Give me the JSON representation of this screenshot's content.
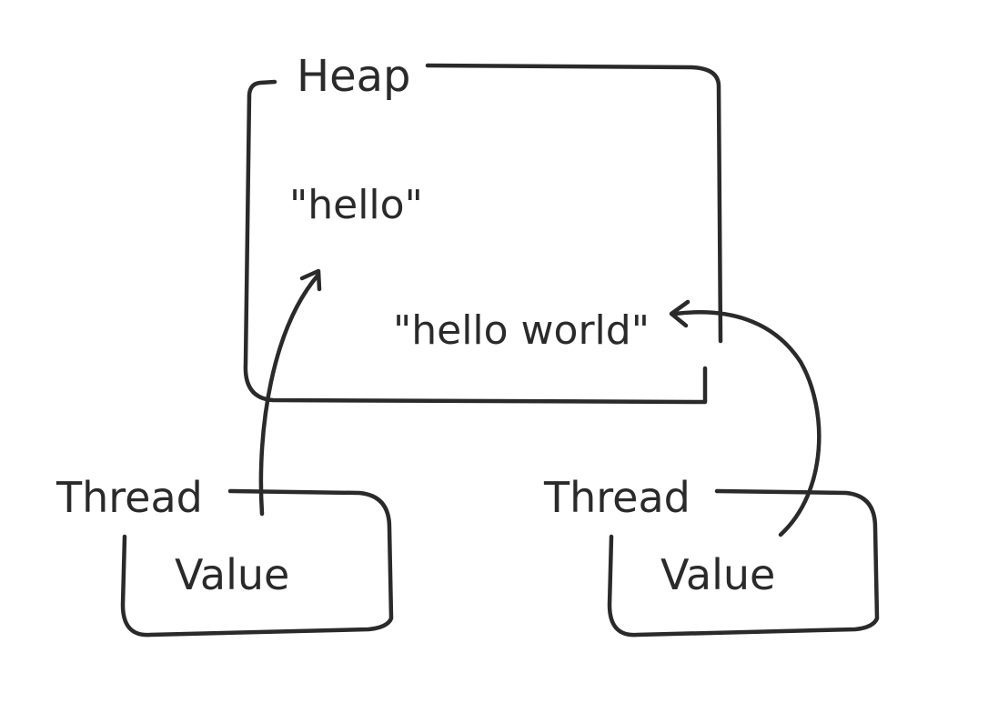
{
  "heap": {
    "label": "Heap",
    "strings": [
      "\"hello\"",
      "\"hello world\""
    ]
  },
  "threads": [
    {
      "label": "Thread",
      "value_label": "Value",
      "points_to": "\"hello\""
    },
    {
      "label": "Thread",
      "value_label": "Value",
      "points_to": "\"hello world\""
    }
  ],
  "colors": {
    "ink": "#2a2a2a",
    "background": "#ffffff"
  }
}
